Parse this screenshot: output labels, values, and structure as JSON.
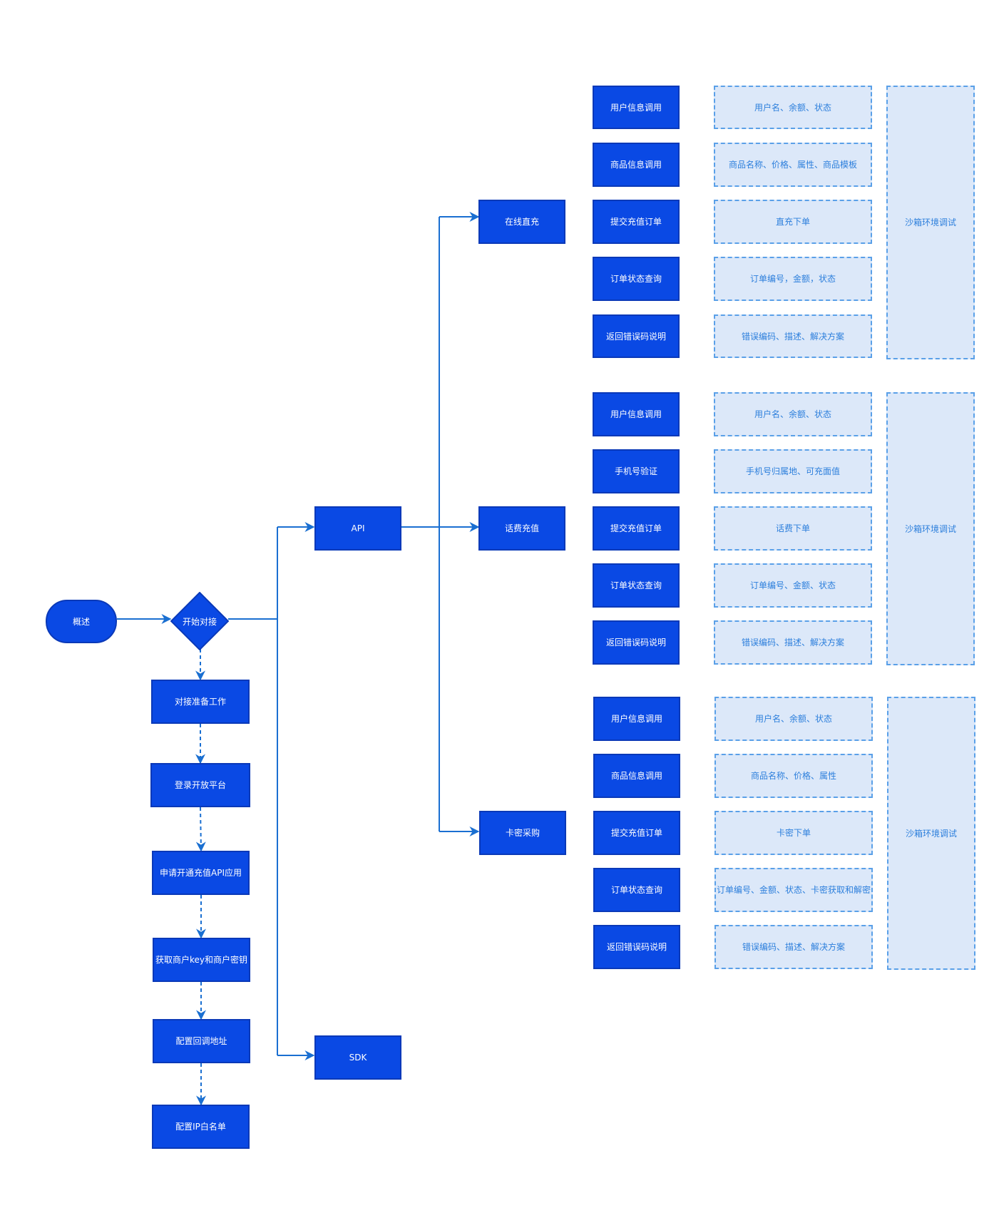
{
  "overview": "概述",
  "start": "开始对接",
  "prep_steps": [
    "对接准备工作",
    "登录开放平台",
    "申请开通充值API应用",
    "获取商户key和商户密钥",
    "配置回调地址",
    "配置IP白名单"
  ],
  "api": "API",
  "sdk": "SDK",
  "groups": [
    {
      "name": "在线直充",
      "sandbox": "沙箱环境调试",
      "items": [
        {
          "label": "用户信息调用",
          "detail": "用户名、余额、状态"
        },
        {
          "label": "商品信息调用",
          "detail": "商品名称、价格、属性、商品模板"
        },
        {
          "label": "提交充值订单",
          "detail": "直充下单"
        },
        {
          "label": "订单状态查询",
          "detail": "订单编号，金额，状态"
        },
        {
          "label": "返回错误码说明",
          "detail": "错误编码、描述、解决方案"
        }
      ]
    },
    {
      "name": "话费充值",
      "sandbox": "沙箱环境调试",
      "items": [
        {
          "label": "用户信息调用",
          "detail": "用户名、余额、状态"
        },
        {
          "label": "手机号验证",
          "detail": "手机号归属地、可充面值"
        },
        {
          "label": "提交充值订单",
          "detail": "话费下单"
        },
        {
          "label": "订单状态查询",
          "detail": "订单编号、金额、状态"
        },
        {
          "label": "返回错误码说明",
          "detail": "错误编码、描述、解决方案"
        }
      ]
    },
    {
      "name": "卡密采购",
      "sandbox": "沙箱环境调试",
      "items": [
        {
          "label": "用户信息调用",
          "detail": "用户名、余额、状态"
        },
        {
          "label": "商品信息调用",
          "detail": "商品名称、价格、属性"
        },
        {
          "label": "提交充值订单",
          "detail": "卡密下单"
        },
        {
          "label": "订单状态查询",
          "detail": "订单编号、金额、状态、卡密获取和解密"
        },
        {
          "label": "返回错误码说明",
          "detail": "错误编码、描述、解决方案"
        }
      ]
    }
  ],
  "colors": {
    "node_fill": "#0a49e4",
    "node_border": "#0a39b8",
    "connector": "#1a6fd1",
    "note_fill": "#dce8f9",
    "note_border": "#5aa0e8",
    "note_text": "#2d7fdc"
  }
}
